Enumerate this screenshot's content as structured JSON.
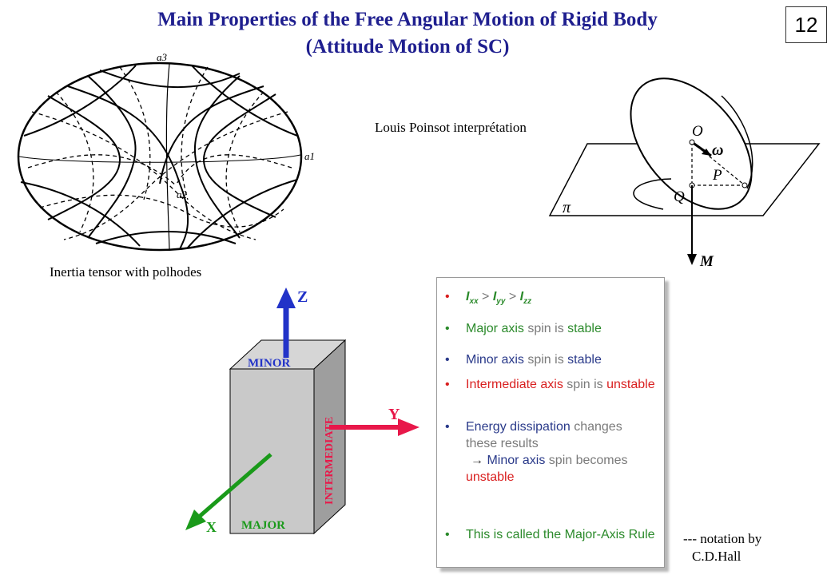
{
  "slide": {
    "title_line1": "Main Properties of the Free Angular Motion of Rigid Body",
    "title_line2": "(Attitude Motion of SC)",
    "page_number": "12"
  },
  "figures": {
    "polhode": {
      "caption": "Inertia tensor with polhodes",
      "labels": {
        "a1": "a1",
        "a2": "a2",
        "a3": "a3"
      }
    },
    "poinsot": {
      "caption": "Louis Poinsot interprétation",
      "labels": {
        "O": "O",
        "omega": "ω",
        "P": "P",
        "Q": "Q",
        "pi": "π",
        "M": "M"
      }
    },
    "box": {
      "labels": {
        "z": "Z",
        "y": "Y",
        "x": "X",
        "minor": "MINOR",
        "intermediate": "INTERMEDIATE",
        "major": "MAJOR"
      },
      "colors": {
        "z_axis": "#2233c8",
        "y_axis": "#e8184a",
        "x_axis": "#1a9a1a",
        "face": "#c9c9c9",
        "side": "#9e9e9e"
      }
    }
  },
  "rules_panel": {
    "bullet": "•",
    "inequality": {
      "i": "I",
      "xx": "xx",
      "yy": "yy",
      "zz": "zz",
      "gt": ">"
    },
    "items": {
      "major_stable": {
        "a": "Major axis",
        "b": " spin is ",
        "c": "stable"
      },
      "minor_stable": {
        "a": "Minor axis",
        "b": " spin is ",
        "c": "stable"
      },
      "intermediate": {
        "a": "Intermediate axis",
        "b": " spin is ",
        "c": "unstable"
      },
      "energy": {
        "a": "Energy dissipation",
        "b": " changes these results",
        "arrow": "→",
        "c": "Minor axis",
        "d": " spin becomes ",
        "e": "unstable"
      },
      "rule": {
        "a": "This is called the Major-Axis Rule"
      }
    }
  },
  "notation": {
    "line1": "--- notation by",
    "line2": "C.D.Hall"
  }
}
